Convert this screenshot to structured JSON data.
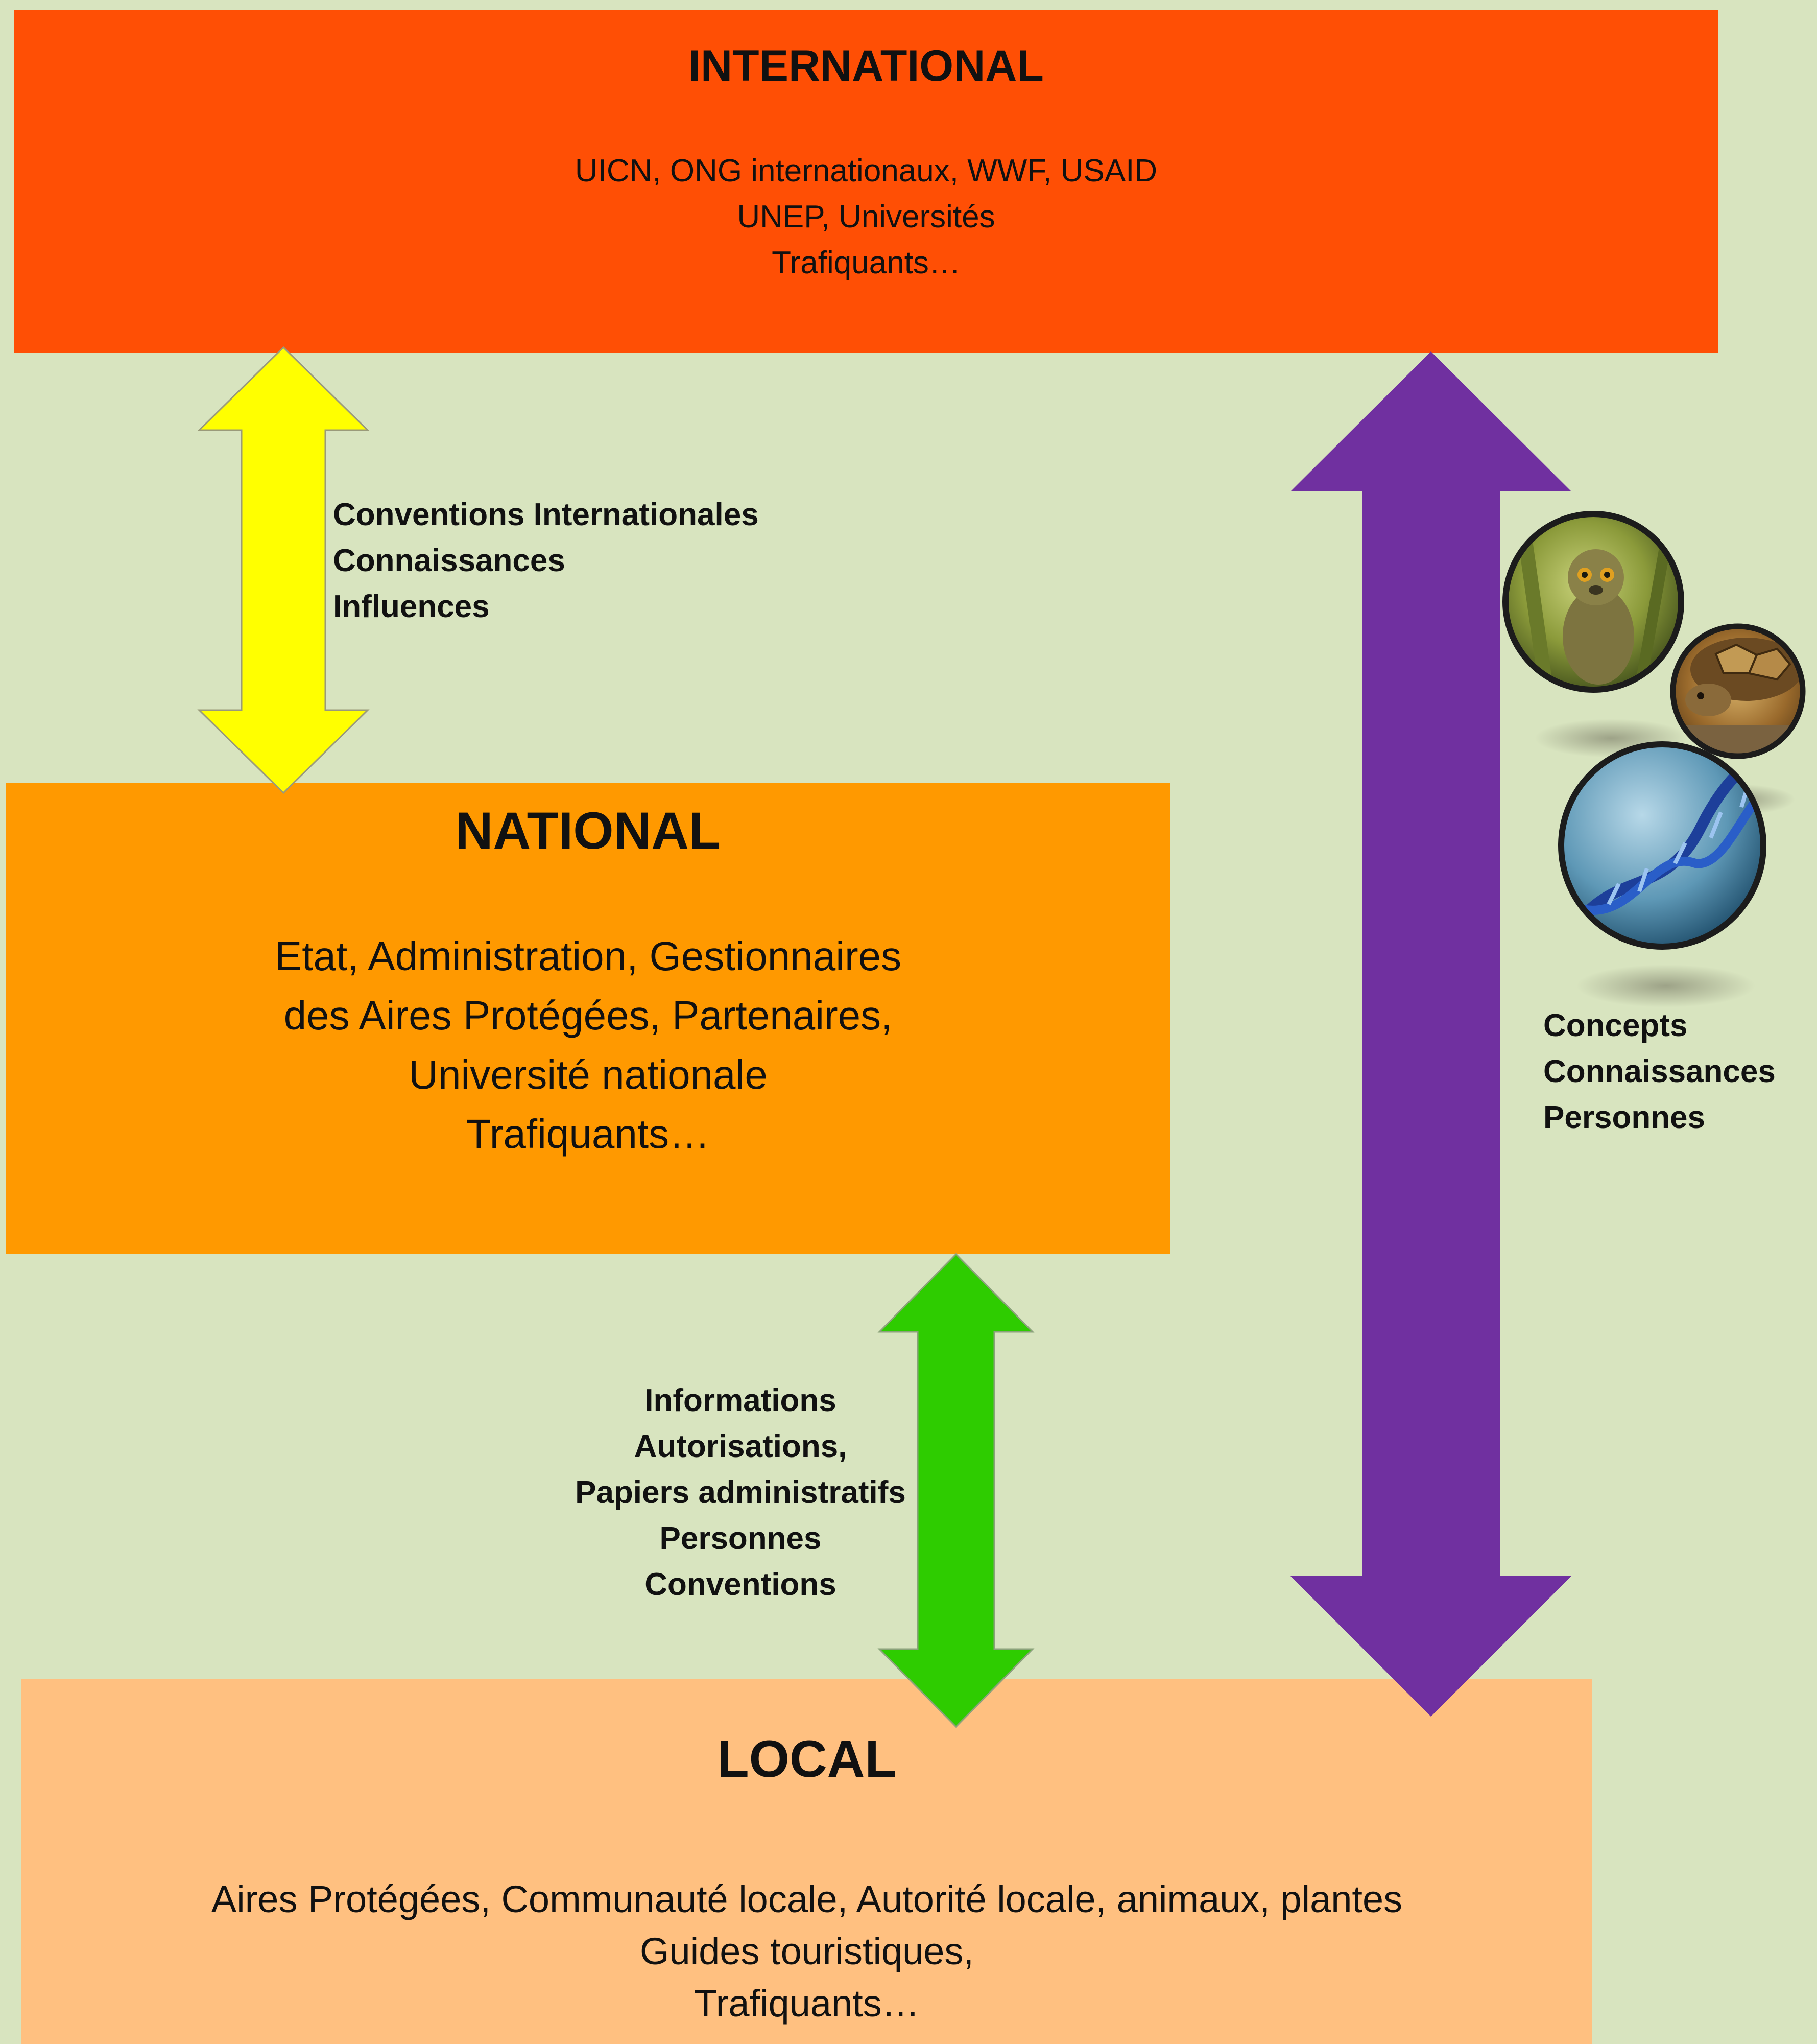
{
  "international": {
    "title": "INTERNATIONAL",
    "lines": [
      "UICN, ONG internationaux, WWF, USAID",
      "UNEP, Universités",
      "Trafiquants…"
    ]
  },
  "national": {
    "title": "NATIONAL",
    "lines": [
      "Etat, Administration, Gestionnaires",
      "des Aires Protégées, Partenaires,",
      "Université nationale",
      "Trafiquants…"
    ]
  },
  "local": {
    "title": "LOCAL",
    "lines": [
      "Aires Protégées, Communauté locale, Autorité locale, animaux, plantes",
      "Guides touristiques,",
      "Trafiquants…"
    ]
  },
  "flows": {
    "international_national": [
      "Conventions  Internationales",
      "Connaissances",
      "Influences"
    ],
    "national_local": [
      "Informations",
      "Autorisations,",
      "Papiers administratifs",
      "Personnes",
      "Conventions"
    ],
    "international_local": [
      "Concepts",
      "Connaissances",
      "Personnes"
    ]
  },
  "photos": [
    "lemur-photo",
    "tortoise-photo",
    "dna-photo"
  ],
  "colors": {
    "background": "#d8e4bf",
    "international": "#ff4f05",
    "national": "#ff9900",
    "local": "#ffc080",
    "arrow_yellow": "#ffff00",
    "arrow_green": "#2ecc00",
    "arrow_purple": "#7030a0"
  }
}
